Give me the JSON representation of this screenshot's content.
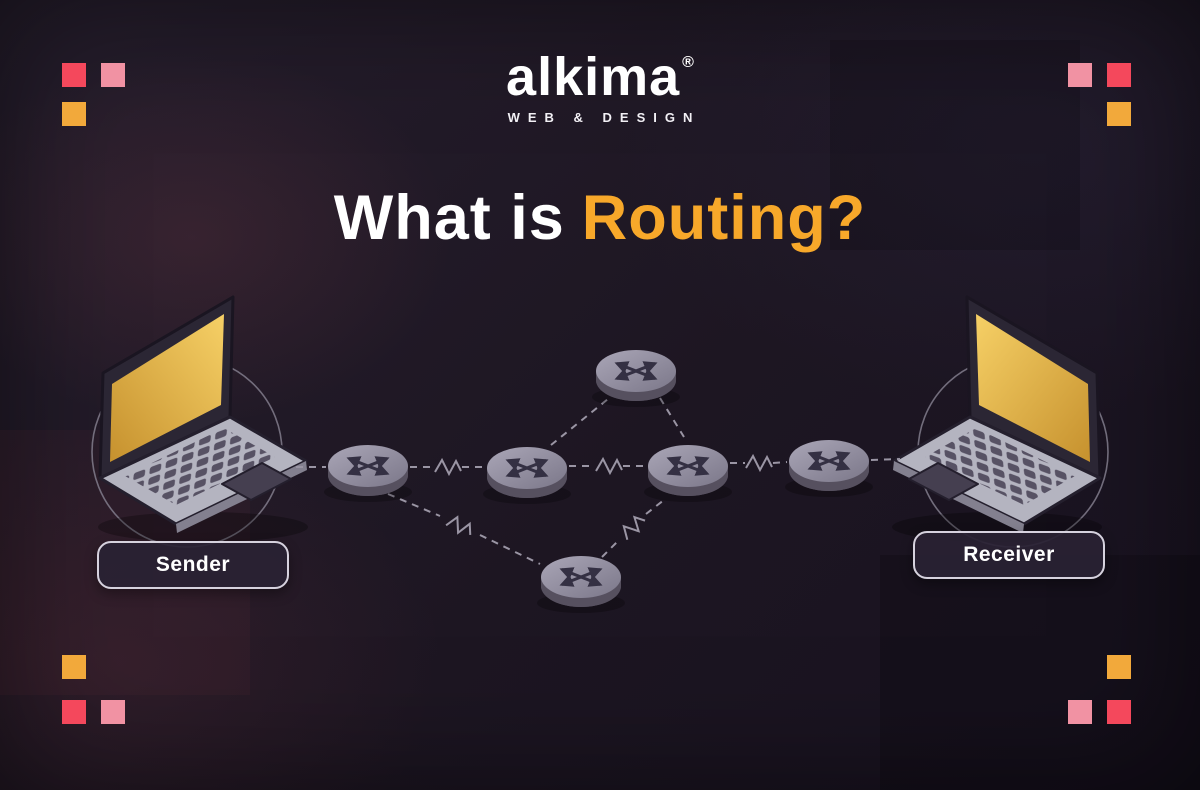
{
  "logo": {
    "brand": "alkima",
    "registered_mark": "®",
    "tagline": "WEB & DESIGN"
  },
  "title": {
    "prefix": "What is",
    "highlight": "Routing?"
  },
  "diagram": {
    "sender_label": "Sender",
    "receiver_label": "Receiver",
    "router_count": 6
  },
  "colors": {
    "background_dark": "#1E1724",
    "accent_orange": "#F7A82A",
    "square_red": "#F4485C",
    "square_pink": "#F192A3",
    "square_orange": "#F2A93B",
    "laptop_screen_yellow": "#E7B64A",
    "router_gray": "#8B8799",
    "line_gray": "#9A95A4",
    "badge_border": "#D6D2DE",
    "text_white": "#FFFFFF"
  }
}
